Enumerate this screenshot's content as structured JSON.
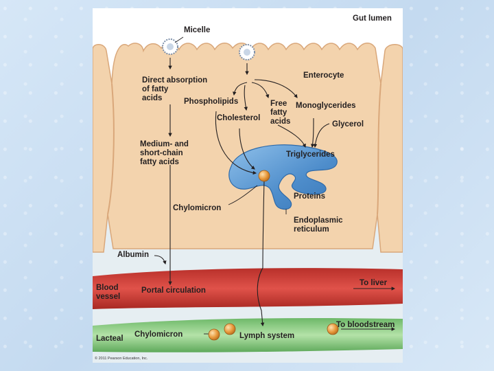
{
  "labels": {
    "gut_lumen": "Gut lumen",
    "micelle": "Micelle",
    "enterocyte": "Enterocyte",
    "direct_absorption": [
      "Direct absorption",
      "of fatty",
      "acids"
    ],
    "phospholipids": "Phospholipids",
    "free_fatty_acids": [
      "Free",
      "fatty",
      "acids"
    ],
    "monoglycerides": "Monoglycerides",
    "cholesterol": "Cholesterol",
    "glycerol": "Glycerol",
    "medium_short_chain": [
      "Medium- and",
      "short-chain",
      "fatty acids"
    ],
    "triglycerides": "Triglycerides",
    "proteins": "Proteins",
    "chylomicron_er": "Chylomicron",
    "endoplasmic_reticulum": [
      "Endoplasmic",
      "reticulum"
    ],
    "albumin": "Albumin",
    "blood_vessel": [
      "Blood",
      "vessel"
    ],
    "portal_circulation": "Portal circulation",
    "to_liver": "To liver",
    "lacteal": "Lacteal",
    "chylomicron_lacteal": "Chylomicron",
    "lymph_system": "Lymph system",
    "to_bloodstream": "To bloodstream",
    "copyright": "© 2011 Pearson Education, Inc."
  },
  "colors": {
    "enterocyte": "#f3d3ad",
    "enterocyte_stroke": "#d9a77a",
    "blood_vessel": "#d8443b",
    "lacteal": "#8fcf8a",
    "er_fill": "#5d9cd3",
    "chylomicron": "#e79a3d"
  }
}
